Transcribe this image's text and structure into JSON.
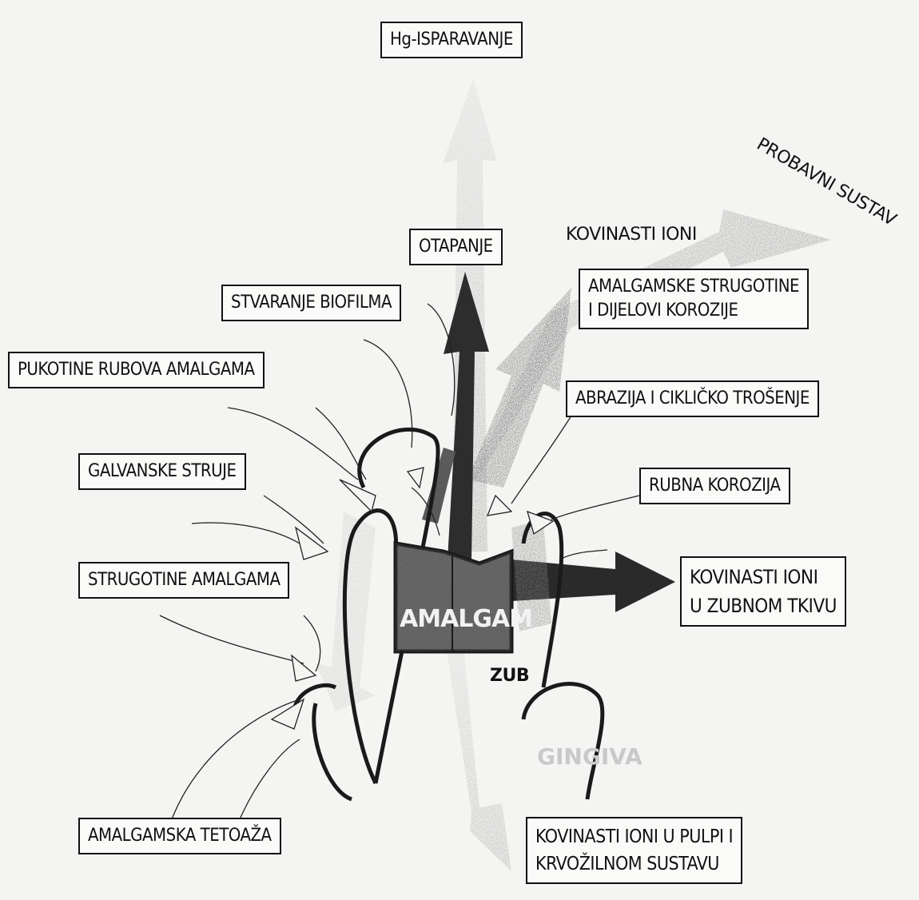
{
  "title_box": {
    "text": "Hg-ISPARAVANJE"
  },
  "probavni_sustav": {
    "text": "PROBAVNI SUSTAV"
  },
  "kovinasti_ioni_top": {
    "text": "KOVINASTI IONI"
  },
  "otapanje": {
    "text": "OTAPANJE"
  },
  "stvaranje_biofilma": {
    "text": "STVARANJE BIOFILMA"
  },
  "amalgamske_strugotine": {
    "line1": "AMALGAMSKE STRUGOTINE",
    "line2": "I DIJELOVI KOROZIJE"
  },
  "pukotine": {
    "text": "PUKOTINE RUBOVA AMALGAMA"
  },
  "abrazija": {
    "text": "ABRAZIJA I CIKLIČKO TROŠENJE"
  },
  "galvanske": {
    "text": "GALVANSKE STRUJE"
  },
  "rubna": {
    "text": "RUBNA KOROZIJA"
  },
  "strugotine_amalgama": {
    "text": "STRUGOTINE AMALGAMA"
  },
  "zubno_tkivo": {
    "line1": "KOVINASTI IONI",
    "line2": "U ZUBNOM TKIVU"
  },
  "amalgam_label": {
    "text": "AMALGAM"
  },
  "zub_label": {
    "text": "ZUB"
  },
  "gingiva_label": {
    "text": "GINGIVA"
  },
  "tetoaza": {
    "text": "AMALGAMSKA TETOAŽA"
  },
  "pulpa": {
    "line1": "KOVINASTI IONI U PULPI I",
    "line2": "KRVOŽILNOM SUSTAVU"
  },
  "colors": {
    "ink": "#111111",
    "paper": "#f4f4f2",
    "dark_arrow": "#2a2a2a",
    "mid_arrow": "#7a7a7a",
    "light_arrow": "#c4c4c4"
  }
}
